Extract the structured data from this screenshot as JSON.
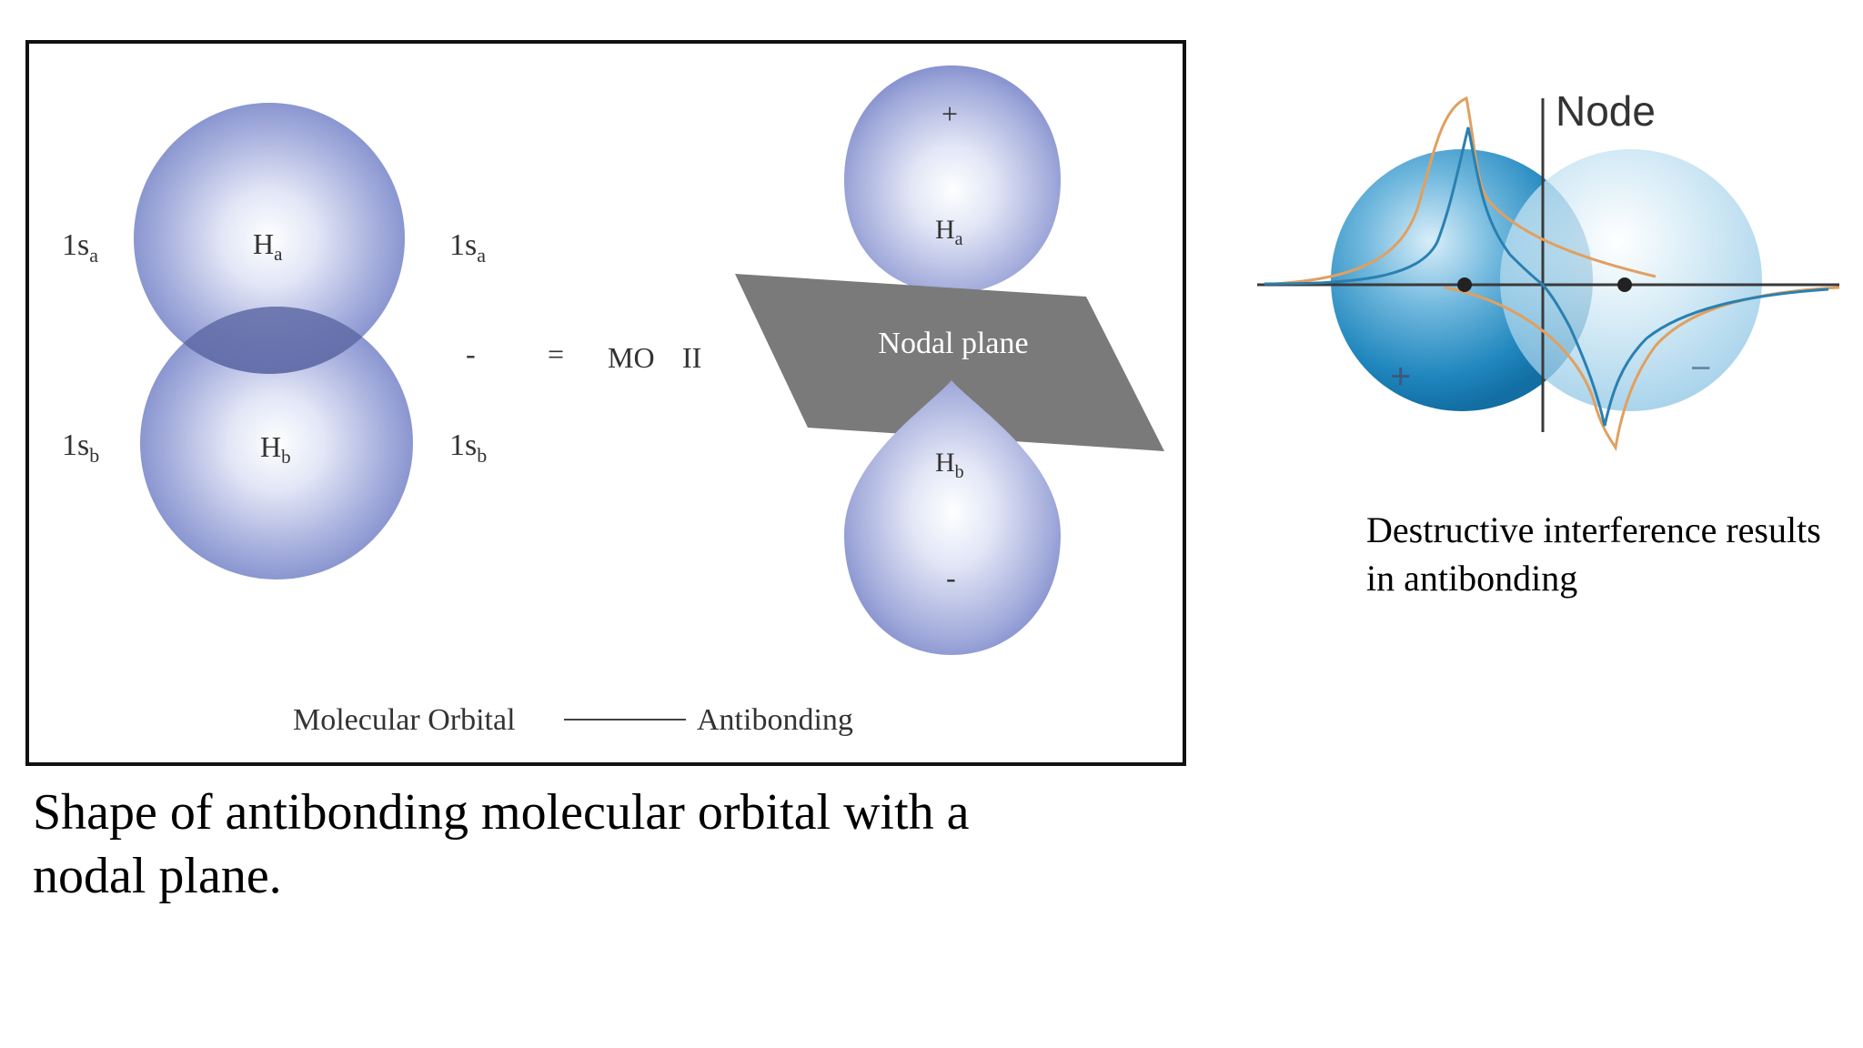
{
  "left_figure": {
    "labels": {
      "orbital_a_left": "1s",
      "orbital_a_left_sub": "a",
      "orbital_a_right": "1s",
      "orbital_a_right_sub": "a",
      "orbital_b_left": "1s",
      "orbital_b_left_sub": "b",
      "orbital_b_right": "1s",
      "orbital_b_right_sub": "b",
      "atom_a": "H",
      "atom_a_sub": "a",
      "atom_b": "H",
      "atom_b_sub": "b",
      "minus_sign": "-",
      "equals_sign": "=",
      "mo_label": "MO",
      "mo_roman": "II",
      "lobe_top_sign": "+",
      "lobe_top_atom": "H",
      "lobe_top_atom_sub": "a",
      "lobe_bottom_atom": "H",
      "lobe_bottom_atom_sub": "b",
      "lobe_bottom_sign": "-",
      "nodal_plane": "Nodal plane"
    },
    "footer": {
      "left": "Molecular Orbital",
      "right": "Antibonding"
    }
  },
  "caption": {
    "line1": "Shape of antibonding molecular orbital with a",
    "line2": "nodal plane."
  },
  "right_figure": {
    "node_label": "Node",
    "plus_sign": "+",
    "minus_sign": "−",
    "caption_line1": "Destructive interference results",
    "caption_line2": "in antibonding"
  },
  "colors": {
    "sphere_blue": "#8c98d2",
    "nodal_plane_gray": "#7a7a7a",
    "sphere_dark_blue": "#1a7fb8",
    "sphere_light_blue": "#9fd0ea",
    "curve_orange": "#e0a060",
    "curve_blue": "#2a80b0"
  }
}
